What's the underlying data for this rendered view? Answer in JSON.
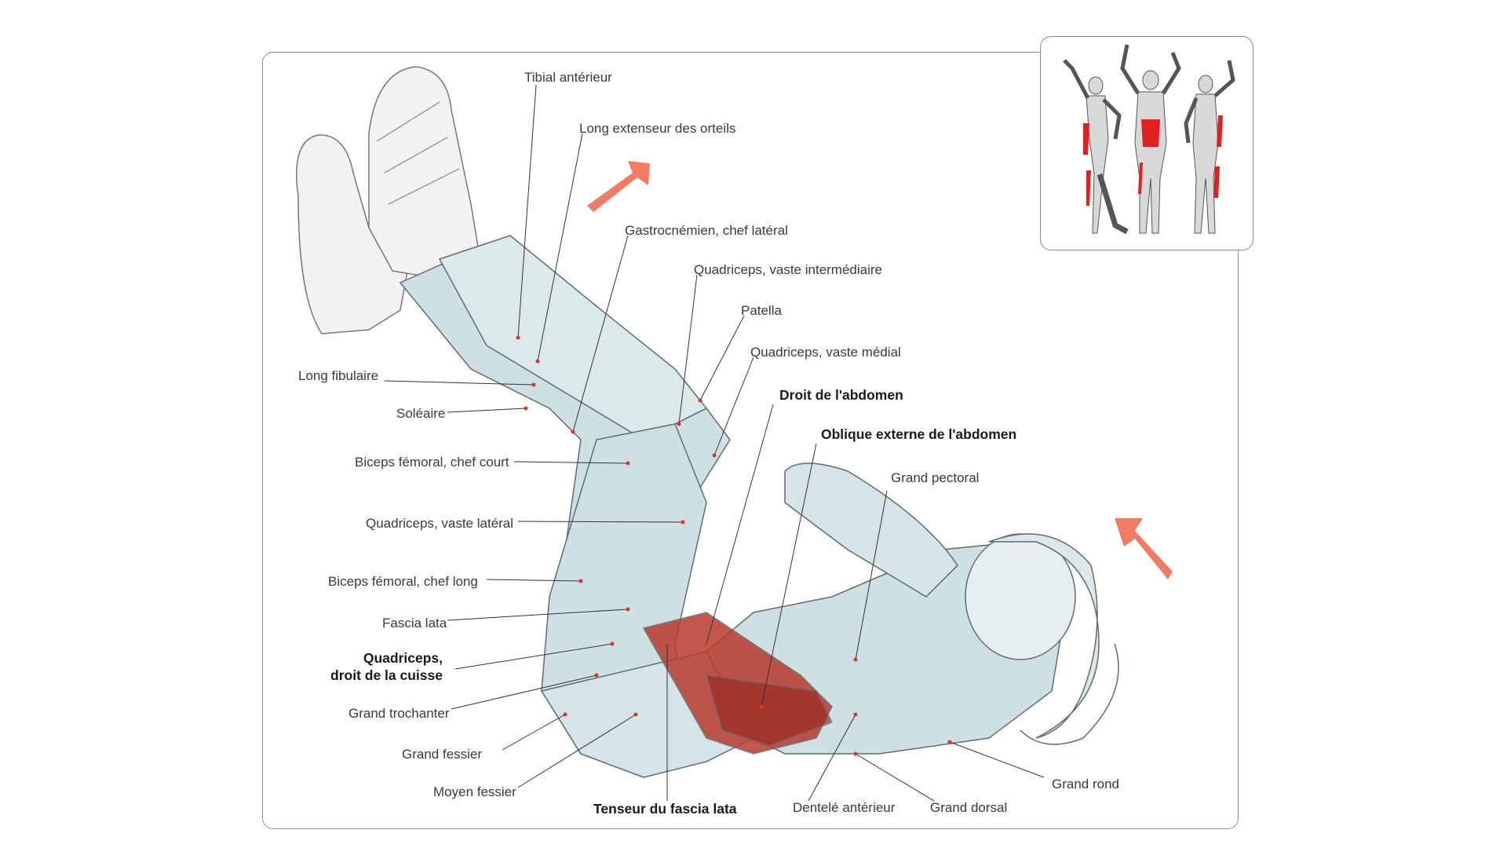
{
  "labels": {
    "tibial_anterieur": "Tibial antérieur",
    "long_extenseur": "Long extenseur des orteils",
    "gastrocnemien": "Gastrocnémien, chef latéral",
    "quadriceps_intermediaire": "Quadriceps, vaste intermédiaire",
    "patella": "Patella",
    "quadriceps_medial": "Quadriceps, vaste médial",
    "droit_abdomen": "Droit de l'abdomen",
    "oblique_externe": "Oblique externe de l'abdomen",
    "grand_pectoral": "Grand pectoral",
    "long_fibulaire": "Long fibulaire",
    "soleaire": "Soléaire",
    "biceps_court": "Biceps fémoral, chef court",
    "quadriceps_lateral": "Quadriceps, vaste latéral",
    "biceps_long": "Biceps fémoral, chef long",
    "fascia_lata": "Fascia lata",
    "quadriceps_droit_1": "Quadriceps,",
    "quadriceps_droit_2": "droit de la cuisse",
    "grand_trochanter": "Grand trochanter",
    "grand_fessier": "Grand fessier",
    "moyen_fessier": "Moyen fessier",
    "tenseur_fascia": "Tenseur du fascia lata",
    "dentele": "Dentelé antérieur",
    "grand_dorsal": "Grand dorsal",
    "grand_rond": "Grand rond"
  },
  "colors": {
    "muscle_highlight": "#b83a2e",
    "muscle_body": "#cfe0e3",
    "arrow": "#ef6548",
    "frame": "#8a8a8a",
    "leader_dot": "#e0302a"
  },
  "icons": {
    "movement_arrow": "arrow-up-right-icon",
    "movement_arrow_2": "arrow-up-left-icon"
  }
}
